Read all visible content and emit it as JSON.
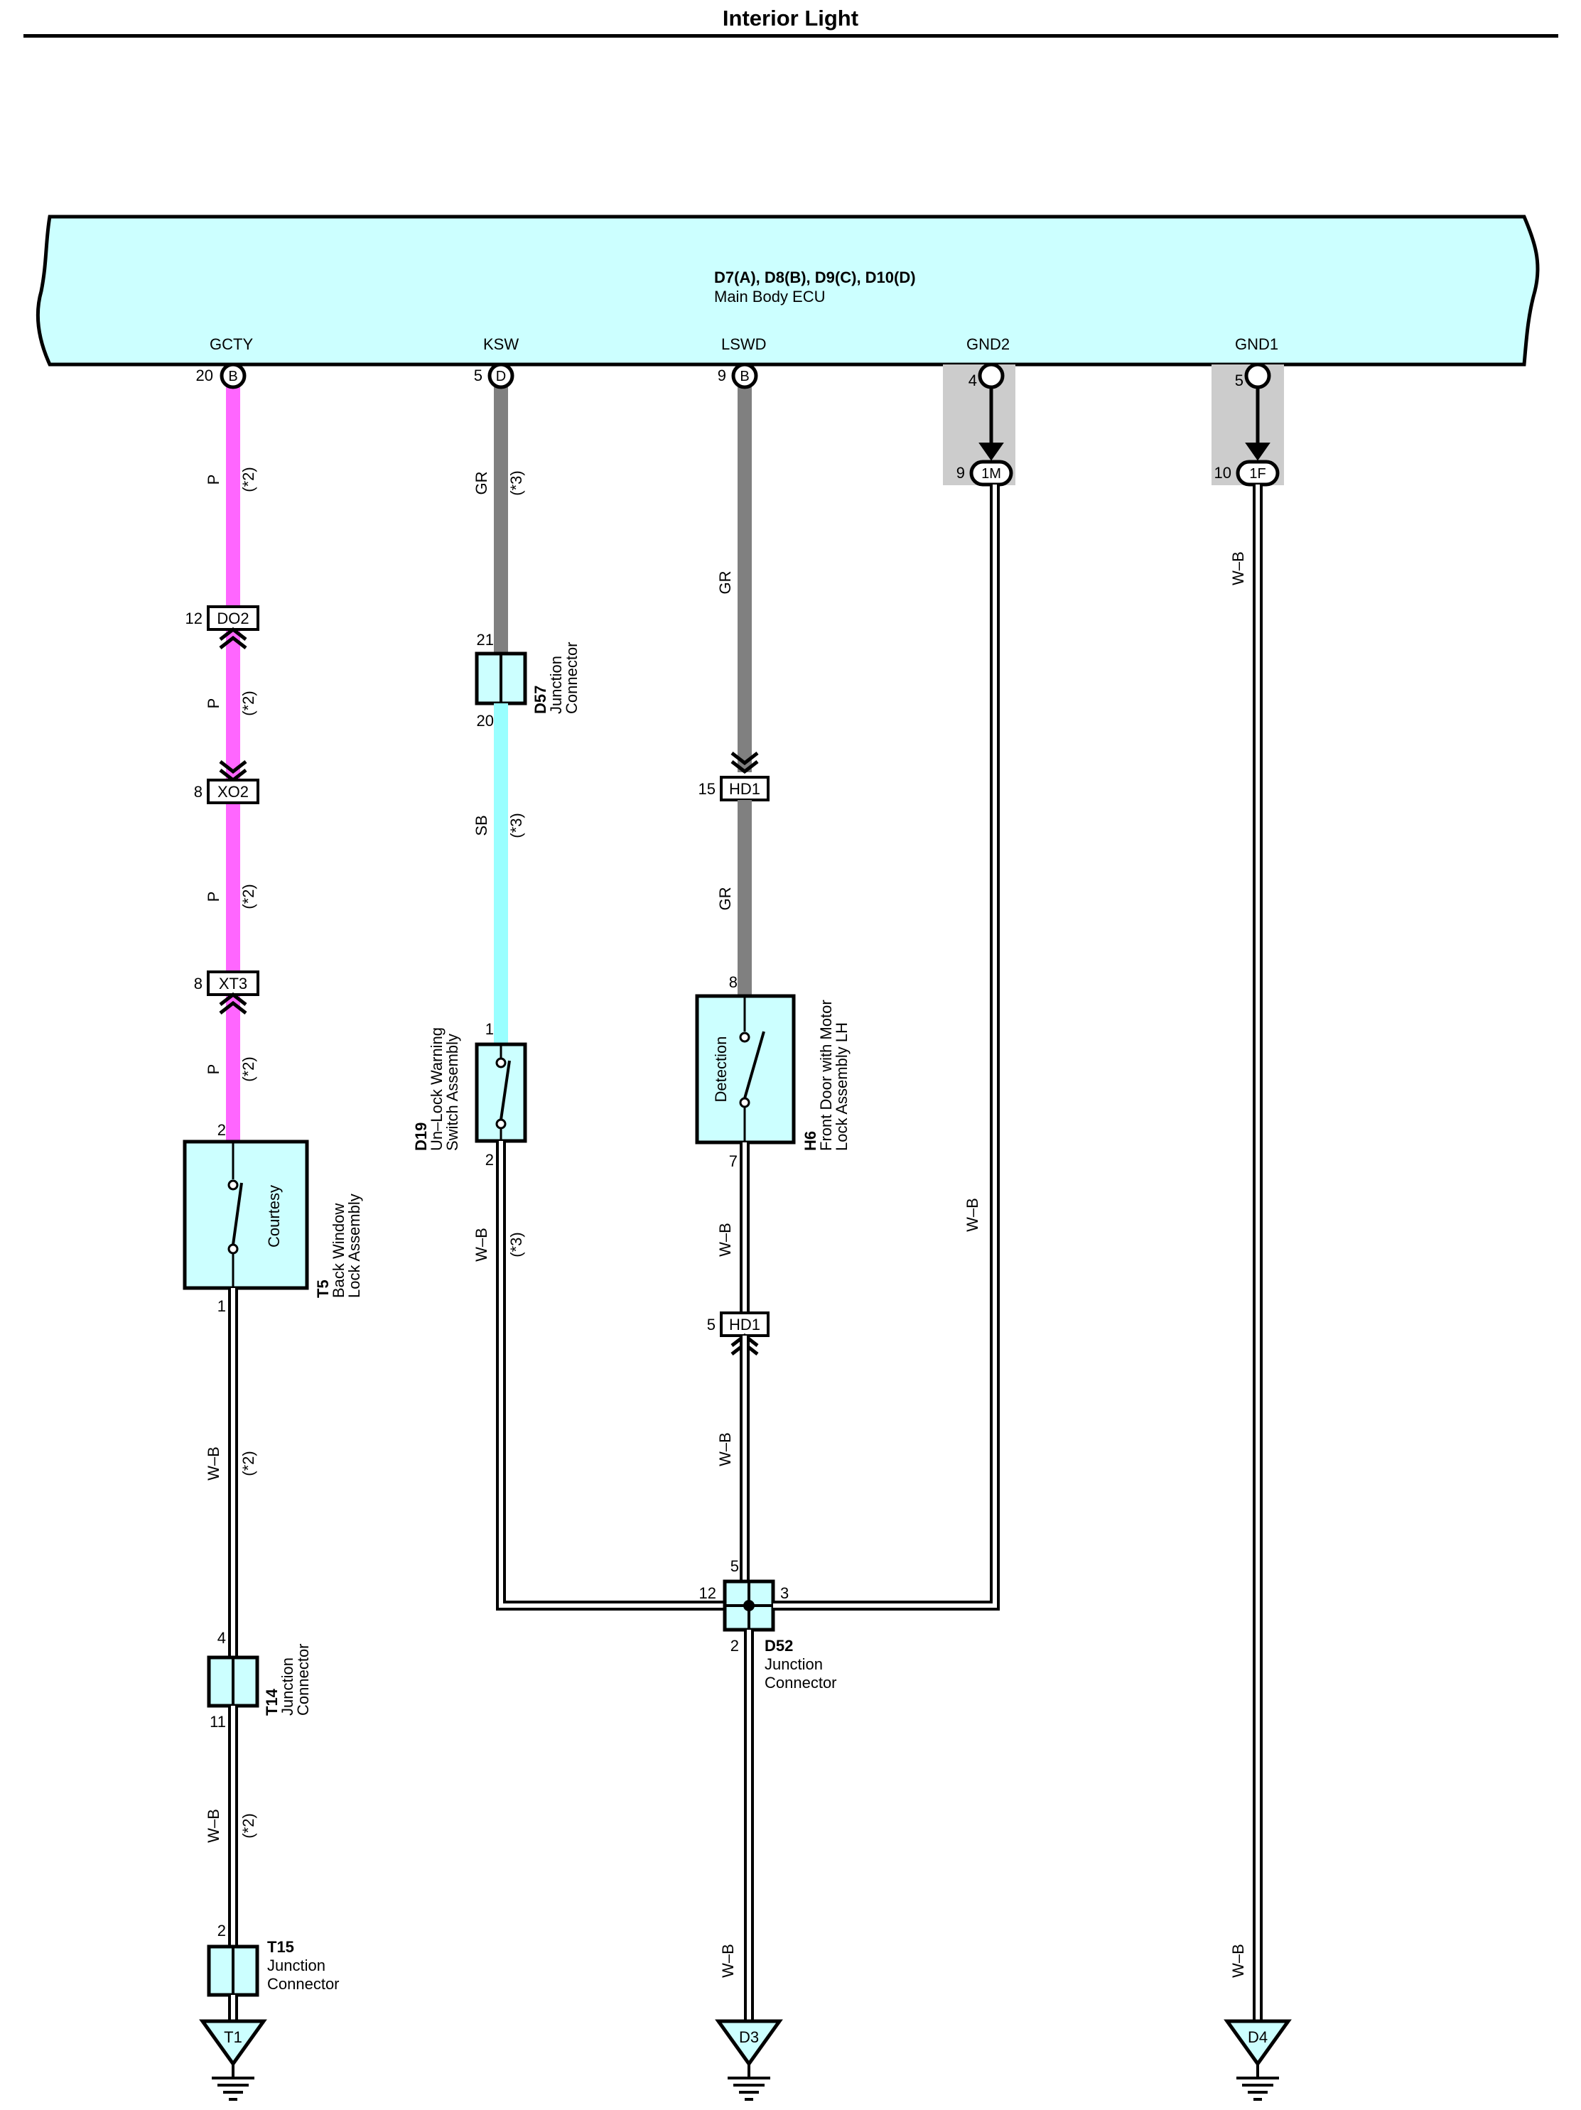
{
  "title": "Interior Light",
  "ecu": {
    "ids": "D7(A), D8(B), D9(C), D10(D)",
    "name": "Main Body ECU"
  },
  "terminals": {
    "gcty": {
      "name": "GCTY",
      "pin": "20",
      "conn": "B"
    },
    "ksw": {
      "name": "KSW",
      "pin": "5",
      "conn": "D"
    },
    "lswd": {
      "name": "LSWD",
      "pin": "9",
      "conn": "B"
    },
    "gnd2": {
      "name": "GND2",
      "pin": "4",
      "out_pin": "9",
      "out_conn": "1M"
    },
    "gnd1": {
      "name": "GND1",
      "pin": "5",
      "out_pin": "10",
      "out_conn": "1F"
    }
  },
  "wire_labels": {
    "p": "P",
    "gr": "GR",
    "sb": "SB",
    "wb": "W–B",
    "note2": "(*2)",
    "note3": "(*3)"
  },
  "inline_connectors": {
    "do2": {
      "id": "DO2",
      "pin": "12"
    },
    "xo2": {
      "id": "XO2",
      "pin": "8"
    },
    "xt3": {
      "id": "XT3",
      "pin": "8"
    },
    "hd1_upper": {
      "id": "HD1",
      "pin": "15"
    },
    "hd1_lower": {
      "id": "HD1",
      "pin": "5"
    }
  },
  "components": {
    "t5": {
      "id": "T5",
      "line1": "Back Window",
      "line2": "Lock Assembly",
      "label": "Courtesy",
      "pin_top": "2",
      "pin_bottom": "1"
    },
    "d57": {
      "id": "D57",
      "line1": "Junction",
      "line2": "Connector",
      "pin_top": "21",
      "pin_bottom": "20"
    },
    "d19": {
      "id": "D19",
      "line1": "Un–Lock Warning",
      "line2": "Switch Assembly",
      "pin_top": "1",
      "pin_bottom": "2"
    },
    "h6": {
      "id": "H6",
      "line1": "Front Door with Motor",
      "line2": "Lock Assembly LH",
      "label": "Detection",
      "pin_top": "8",
      "pin_bottom": "7"
    },
    "t14": {
      "id": "T14",
      "line1": "Junction",
      "line2": "Connector",
      "pin_top": "4",
      "pin_bottom": "11"
    },
    "t15": {
      "id": "T15",
      "line1": "Junction",
      "line2": "Connector",
      "pin_top": "2"
    },
    "d52": {
      "id": "D52",
      "line1": "Junction",
      "line2": "Connector",
      "pin_top": "5",
      "pin_left": "12",
      "pin_right": "3",
      "pin_bottom": "2"
    }
  },
  "grounds": {
    "t1": "T1",
    "d3": "D3",
    "d4": "D4"
  },
  "colors": {
    "ecu_fill": "#ccffff",
    "pink_wire": "#ff66ff",
    "gray_wire": "#808080",
    "sky_wire": "#99ffff",
    "shield": "#cccccc"
  }
}
